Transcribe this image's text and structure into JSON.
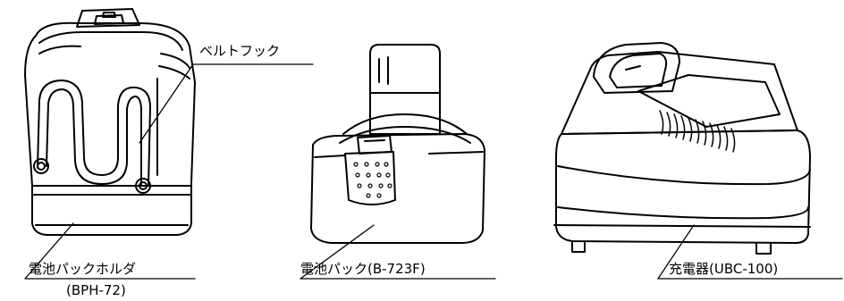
{
  "labels": {
    "belt_clip": "ベルトフック",
    "holder": "電池パックホルダ",
    "holder_model": "(BPH-72)",
    "battery_pack": "電池パック(B-723F)",
    "charger": "充電器(UBC-100)"
  }
}
